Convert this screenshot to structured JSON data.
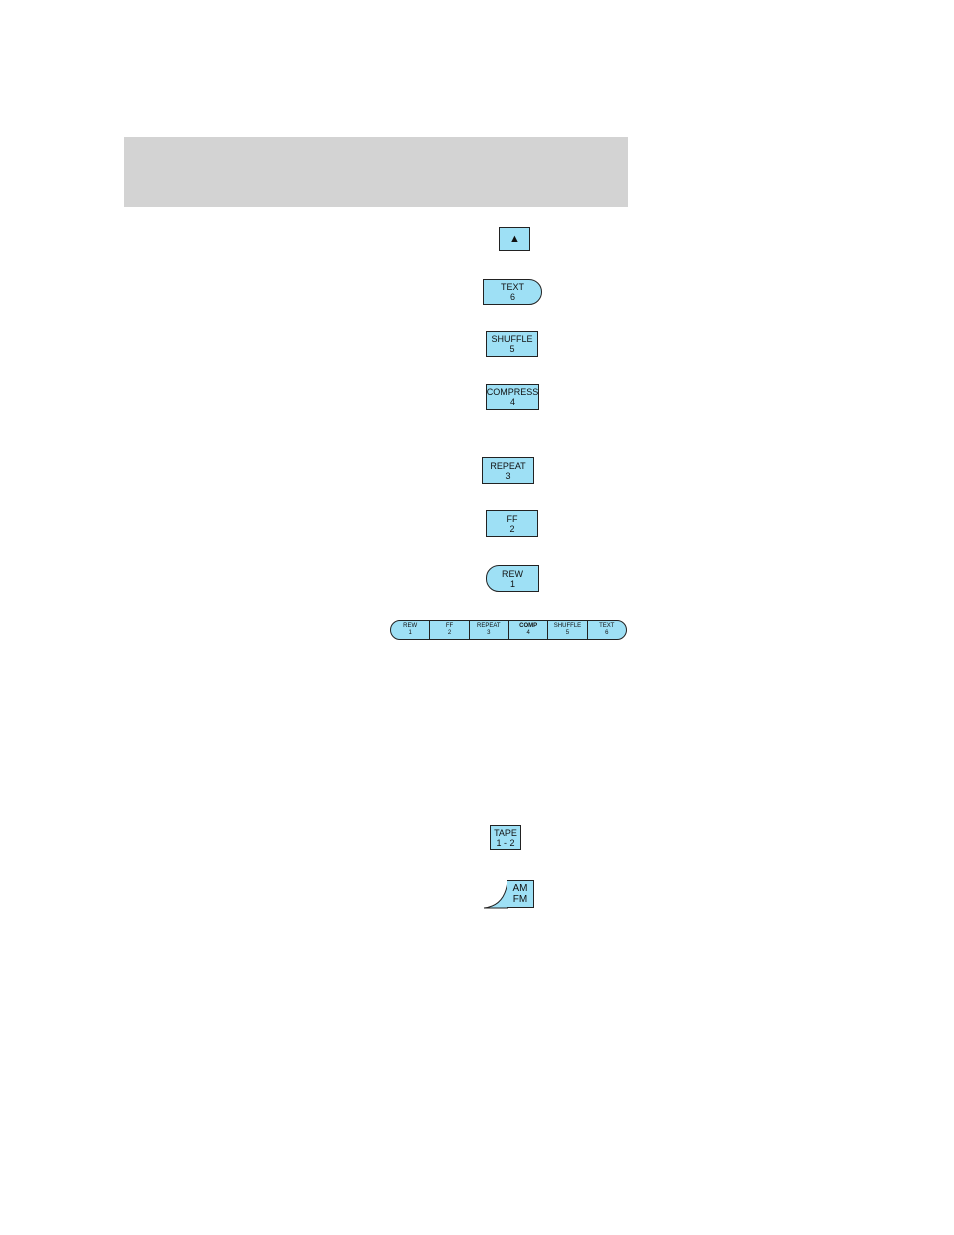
{
  "buttons": {
    "eject": {
      "icon": "eject-icon",
      "glyph": "▲"
    },
    "text": {
      "line1": "TEXT",
      "line2": "6"
    },
    "shuffle": {
      "line1": "SHUFFLE",
      "line2": "5"
    },
    "compress": {
      "line1": "COMPRESS",
      "line2": "4"
    },
    "repeat": {
      "line1": "REPEAT",
      "line2": "3"
    },
    "ff": {
      "line1": "FF",
      "line2": "2"
    },
    "rew": {
      "line1": "REW",
      "line2": "1"
    },
    "tape": {
      "line1": "TAPE",
      "line2": "1 - 2"
    },
    "amfm": {
      "line1": "AM",
      "line2": "FM"
    }
  },
  "preset_strip": [
    {
      "label": "REW",
      "num": "1"
    },
    {
      "label": "FF",
      "num": "2"
    },
    {
      "label": "REPEAT",
      "num": "3"
    },
    {
      "label": "COMP",
      "num": "4"
    },
    {
      "label": "SHUFFLE",
      "num": "5"
    },
    {
      "label": "TEXT",
      "num": "6"
    }
  ],
  "colors": {
    "button_fill": "#9ee0f5",
    "header_bar": "#d3d3d3",
    "outline": "#222222"
  }
}
